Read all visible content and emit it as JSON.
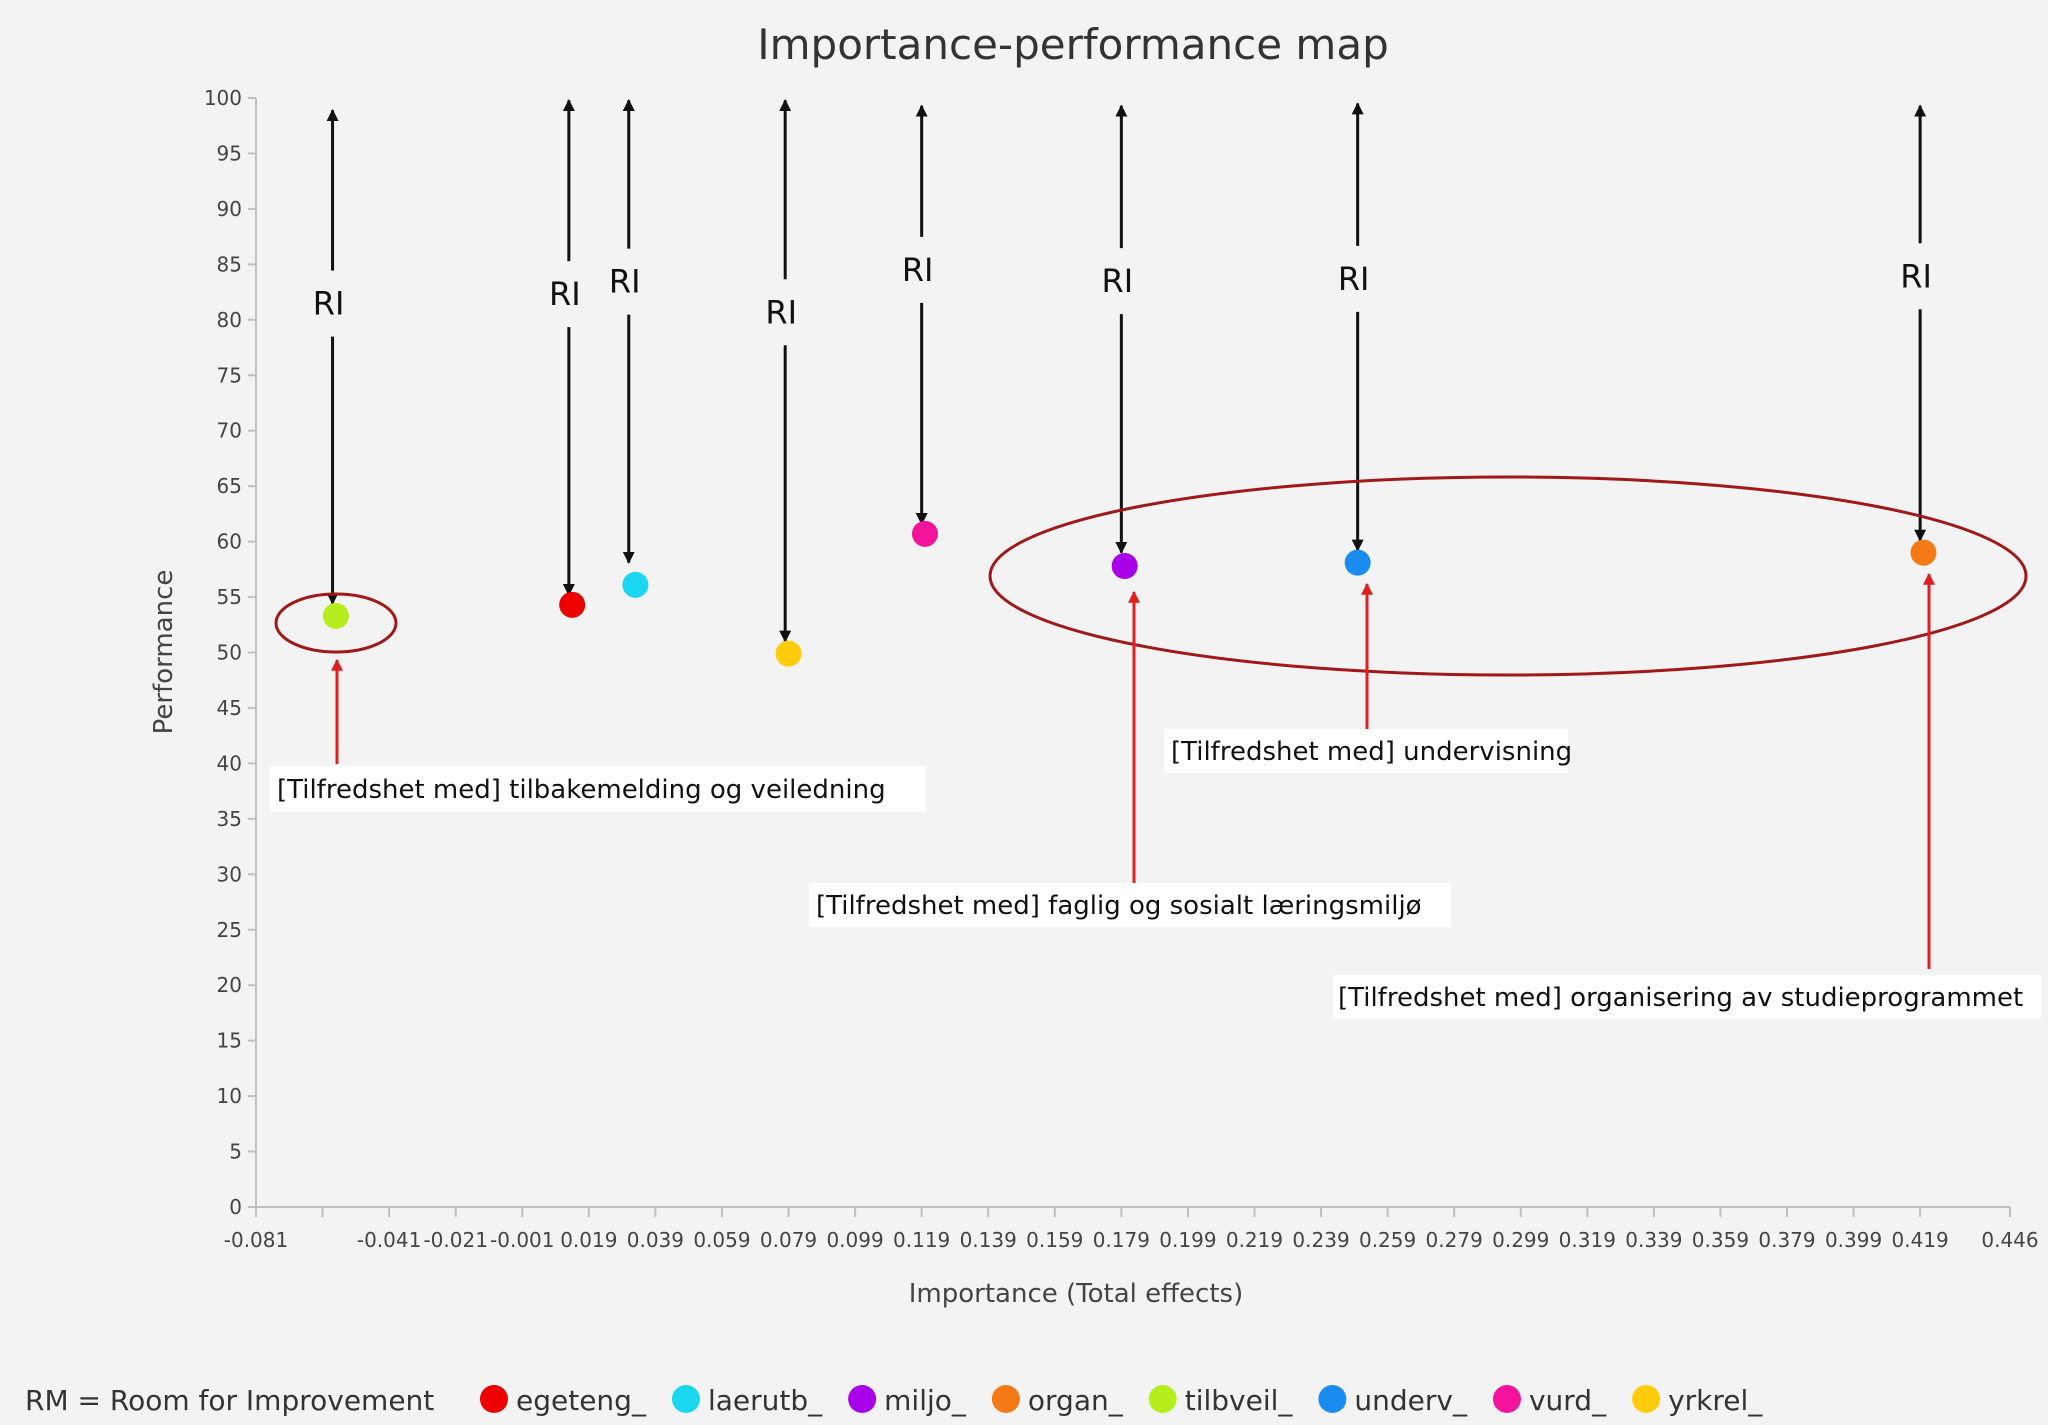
{
  "chart_data": {
    "type": "scatter",
    "title": "Importance-performance map",
    "xlabel": "Importance (Total effects)",
    "ylabel": "Performance",
    "xlim": [
      -0.081,
      0.446
    ],
    "ylim": [
      0,
      100
    ],
    "x_ticks": [
      "-0.081",
      "-0.061",
      "-0.041",
      "-0.021",
      "-0.001",
      "0.019",
      "0.039",
      "0.059",
      "0.079",
      "0.099",
      "0.119",
      "0.139",
      "0.159",
      "0.179",
      "0.199",
      "0.219",
      "0.239",
      "0.259",
      "0.279",
      "0.299",
      "0.319",
      "0.339",
      "0.359",
      "0.379",
      "0.399",
      "0.419",
      "0.446"
    ],
    "x_tick_labels_shown": [
      "-0.081",
      "",
      "-0.041",
      "-0.021",
      "-0.001",
      "0.019",
      "0.039",
      "0.059",
      "0.079",
      "0.099",
      "0.119",
      "0.139",
      "0.159",
      "0.179",
      "0.199",
      "0.219",
      "0.239",
      "0.259",
      "0.279",
      "0.299",
      "0.319",
      "0.339",
      "0.359",
      "0.379",
      "0.399",
      "0.419",
      "0.446"
    ],
    "y_ticks": [
      0,
      5,
      10,
      15,
      20,
      25,
      30,
      35,
      40,
      45,
      50,
      55,
      60,
      65,
      70,
      75,
      80,
      85,
      90,
      95,
      100
    ],
    "series": [
      {
        "name": "egeteng_",
        "color": "#ee0000",
        "x": 0.014,
        "y": 54.3
      },
      {
        "name": "laerutb_",
        "color": "#1ad6ee",
        "x": 0.033,
        "y": 56.1
      },
      {
        "name": "miljo_",
        "color": "#a800e8",
        "x": 0.18,
        "y": 57.8
      },
      {
        "name": "organ_",
        "color": "#f47a17",
        "x": 0.42,
        "y": 59.0
      },
      {
        "name": "tilbveil_",
        "color": "#b6ee1d",
        "x": -0.057,
        "y": 53.3
      },
      {
        "name": "underv_",
        "color": "#1a8cf0",
        "x": 0.25,
        "y": 58.1
      },
      {
        "name": "vurd_",
        "color": "#f4139b",
        "x": 0.12,
        "y": 60.7
      },
      {
        "name": "yrkrel_",
        "color": "#ffcb0b",
        "x": 0.079,
        "y": 49.9
      }
    ],
    "ri_annotations": [
      {
        "label": "RI",
        "x": -0.058,
        "y_top": 98.9,
        "y_bottom": 54.4
      },
      {
        "label": "RI",
        "x": 0.013,
        "y_top": 99.8,
        "y_bottom": 55.2
      },
      {
        "label": "RI",
        "x": 0.031,
        "y_top": 99.8,
        "y_bottom": 58.1
      },
      {
        "label": "RI",
        "x": 0.078,
        "y_top": 99.8,
        "y_bottom": 51.0
      },
      {
        "label": "RI",
        "x": 0.119,
        "y_top": 99.3,
        "y_bottom": 61.6
      },
      {
        "label": "RI",
        "x": 0.179,
        "y_top": 99.3,
        "y_bottom": 59.0
      },
      {
        "label": "RI",
        "x": 0.25,
        "y_top": 99.5,
        "y_bottom": 59.2
      },
      {
        "label": "RI",
        "x": 0.419,
        "y_top": 99.3,
        "y_bottom": 60.1
      }
    ],
    "callouts": [
      {
        "text": "[Tilfredshet med] tilbakemelding og veiledning"
      },
      {
        "text": "[Tilfredshet med]  undervisning"
      },
      {
        "text": "[Tilfredshet med] faglig og sosialt læringsmiljø"
      },
      {
        "text": "[Tilfredshet med] organisering av studieprogrammet"
      }
    ],
    "legend_note": "RM = Room for Improvement",
    "legend_position": "bottom",
    "grid": false,
    "colors": {
      "arrow": "#111111",
      "callout_arrow": "#e02020",
      "ellipse": "#a01818",
      "axis": "#bfbfbf"
    }
  }
}
